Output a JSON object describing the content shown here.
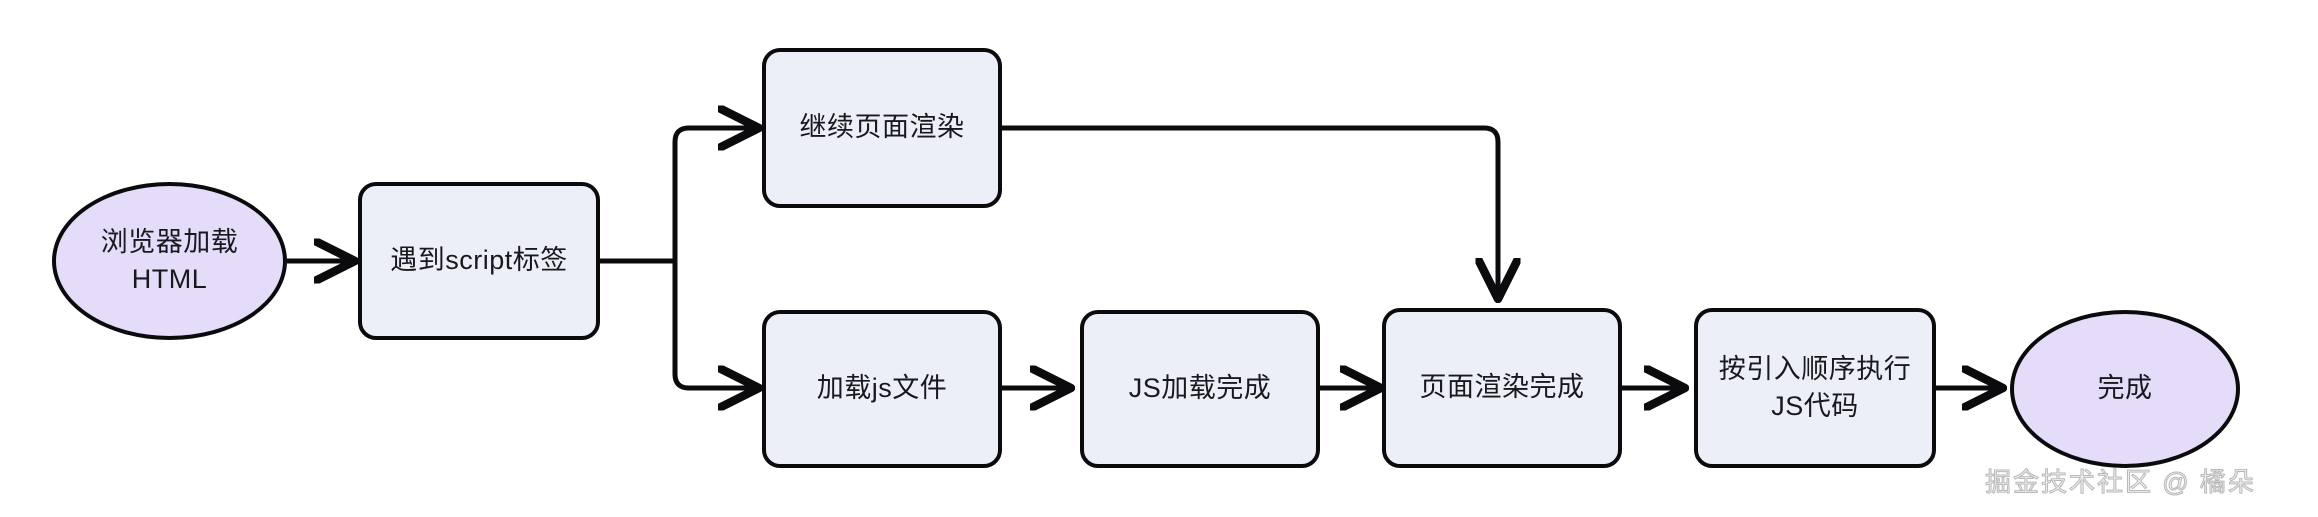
{
  "diagram": {
    "title": "browser-html-script-loading-flowchart",
    "colors": {
      "process_fill": "#eceff8",
      "terminator_fill": "#e4dcf8",
      "stroke": "#0b0b0d",
      "text": "#18181f",
      "background": "#ffffff",
      "watermark": "#f2f2f2"
    },
    "nodes": [
      {
        "id": "start",
        "shape": "stadium",
        "lines": [
          "浏览器加载",
          "HTML"
        ]
      },
      {
        "id": "script-tag",
        "shape": "rounded-rect",
        "lines": [
          "遇到script标签"
        ]
      },
      {
        "id": "keep-render",
        "shape": "rounded-rect",
        "lines": [
          "继续页面渲染"
        ]
      },
      {
        "id": "load-js",
        "shape": "rounded-rect",
        "lines": [
          "加载js文件"
        ]
      },
      {
        "id": "js-loaded",
        "shape": "rounded-rect",
        "lines": [
          "JS加载完成"
        ]
      },
      {
        "id": "render-done",
        "shape": "rounded-rect",
        "lines": [
          "页面渲染完成"
        ]
      },
      {
        "id": "exec-js",
        "shape": "rounded-rect",
        "lines": [
          "按引入顺序执行",
          "JS代码"
        ]
      },
      {
        "id": "finish",
        "shape": "stadium",
        "lines": [
          "完成"
        ]
      }
    ],
    "edges": [
      {
        "from": "start",
        "to": "script-tag",
        "style": "straight-arrow"
      },
      {
        "from": "script-tag",
        "to": "keep-render",
        "style": "elbow-up-arrow"
      },
      {
        "from": "script-tag",
        "to": "load-js",
        "style": "elbow-down-arrow"
      },
      {
        "from": "keep-render",
        "to": "render-done",
        "style": "elbow-right-down-arrow"
      },
      {
        "from": "load-js",
        "to": "js-loaded",
        "style": "straight-arrow"
      },
      {
        "from": "js-loaded",
        "to": "render-done",
        "style": "straight-arrow"
      },
      {
        "from": "render-done",
        "to": "exec-js",
        "style": "straight-arrow"
      },
      {
        "from": "exec-js",
        "to": "finish",
        "style": "straight-arrow"
      }
    ]
  },
  "watermark": {
    "text": "掘金技术社区 @ 橘朵"
  }
}
